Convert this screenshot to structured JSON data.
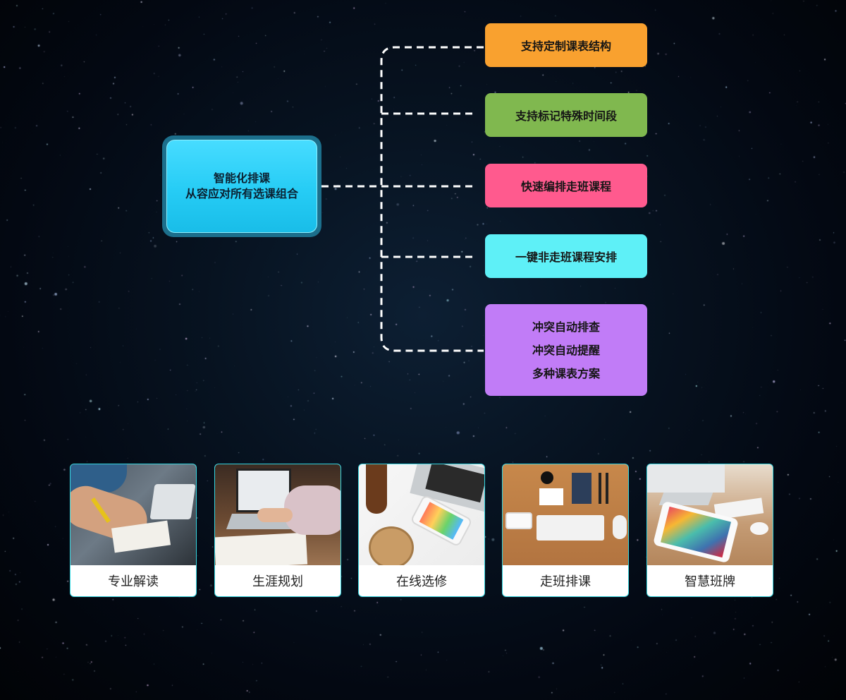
{
  "center": {
    "line1": "智能化排课",
    "line2": "从容应对所有选课组合"
  },
  "features": [
    {
      "text": "支持定制课表结构",
      "color": "#f9a12f"
    },
    {
      "text": "支持标记特殊时间段",
      "color": "#80b84f"
    },
    {
      "text": "快速编排走班课程",
      "color": "#ff5a8e"
    },
    {
      "text": "一键非走班课程安排",
      "color": "#5ef0f7"
    }
  ],
  "conflict_box": {
    "color": "#c17cf7",
    "lines": [
      "冲突自动排查",
      "冲突自动提醒",
      "多种课表方案"
    ]
  },
  "cards": [
    {
      "label": "专业解读"
    },
    {
      "label": "生涯规划"
    },
    {
      "label": "在线选修"
    },
    {
      "label": "走班排课"
    },
    {
      "label": "智慧班牌"
    }
  ],
  "colors": {
    "background": "#030812",
    "center_box": "#26ccf5",
    "card_border": "#35d6e0",
    "connector": "#ffffff"
  }
}
